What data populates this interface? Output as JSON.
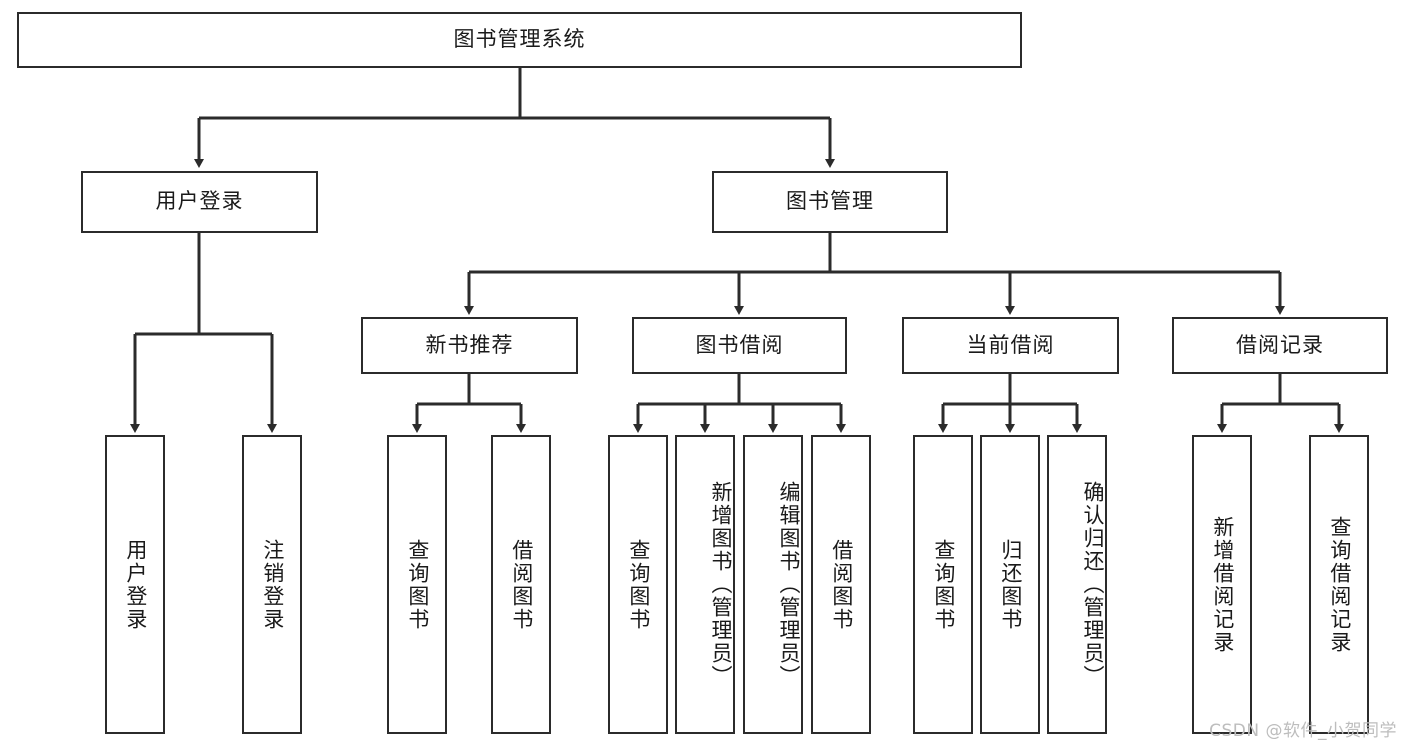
{
  "diagram": {
    "title": "图书管理系统",
    "type": "tree-hierarchy-flowchart",
    "background_color": "#ffffff",
    "node_border_color": "#2b2b2b",
    "connector_color": "#2b2b2b",
    "text_color": "#1a1a1a"
  },
  "root": {
    "label": "图书管理系统"
  },
  "level2": [
    {
      "label": "用户登录"
    },
    {
      "label": "图书管理"
    }
  ],
  "level3": [
    {
      "label": "新书推荐"
    },
    {
      "label": "图书借阅"
    },
    {
      "label": "当前借阅"
    },
    {
      "label": "借阅记录"
    }
  ],
  "leaves": {
    "user_login": [
      {
        "label": "用户登录"
      },
      {
        "label": "注销登录"
      }
    ],
    "new_book_recommend": [
      {
        "label": "查询图书"
      },
      {
        "label": "借阅图书"
      }
    ],
    "book_borrow": [
      {
        "label": "查询图书"
      },
      {
        "label": "新增图书（管理员）"
      },
      {
        "label": "编辑图书（管理员）"
      },
      {
        "label": "借阅图书"
      }
    ],
    "current_borrow": [
      {
        "label": "查询图书"
      },
      {
        "label": "归还图书"
      },
      {
        "label": "确认归还（管理员）"
      }
    ],
    "borrow_records": [
      {
        "label": "新增借阅记录"
      },
      {
        "label": "查询借阅记录"
      }
    ]
  },
  "watermark": {
    "text": "CSDN @软件_小贺同学"
  }
}
